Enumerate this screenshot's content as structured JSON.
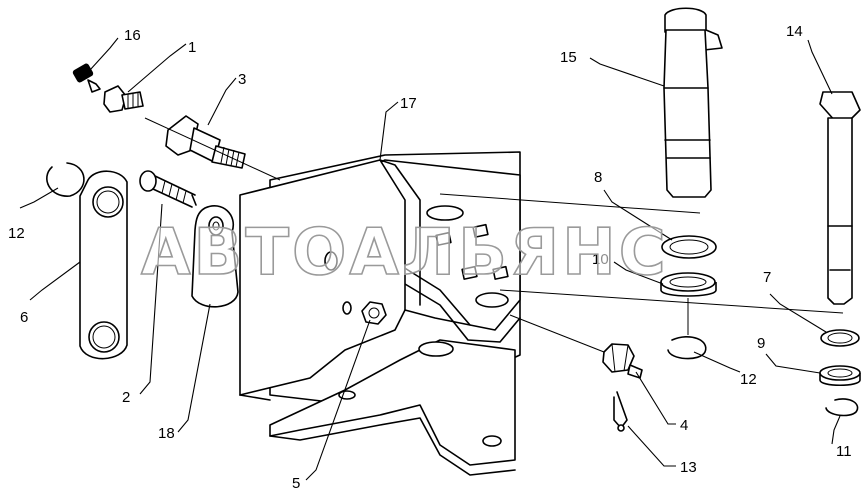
{
  "watermark": "АВТОАЛЬЯНС",
  "callouts": {
    "c1": "1",
    "c2": "2",
    "c3": "3",
    "c4": "4",
    "c5": "5",
    "c6": "6",
    "c7": "7",
    "c8": "8",
    "c9": "9",
    "c10": "10",
    "c11": "11",
    "c12a": "12",
    "c12b": "12",
    "c13": "13",
    "c14": "14",
    "c15": "15",
    "c16": "16",
    "c17": "17",
    "c18": "18"
  }
}
